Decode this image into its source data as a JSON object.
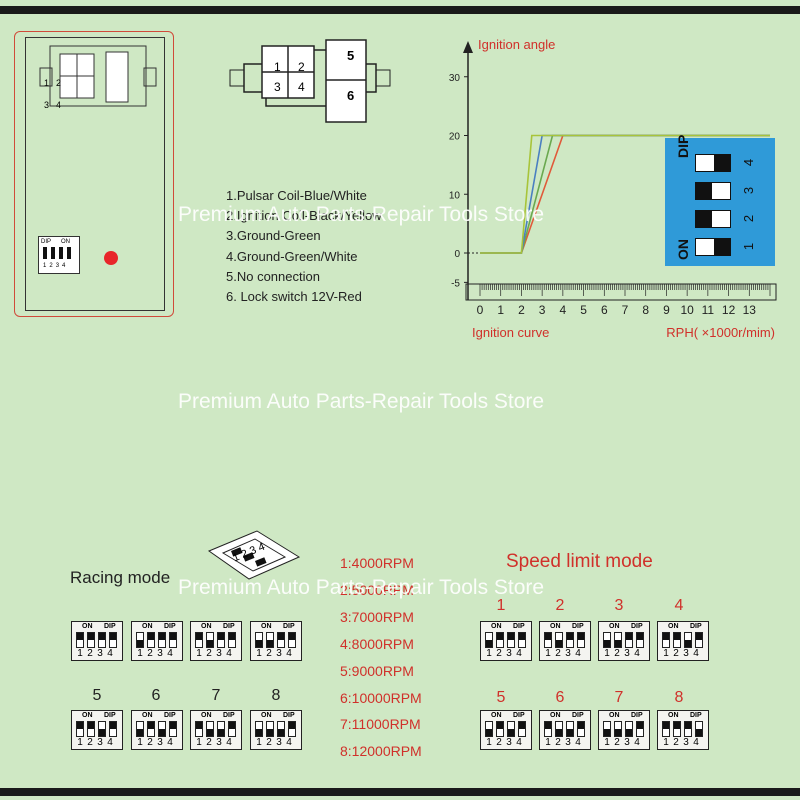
{
  "wiring": {
    "items": [
      "1.Pulsar Coil-Blue/White",
      "2.Ignition Coil-Black/Yellow",
      "3.Ground-Green",
      "4.Ground-Green/White",
      "5.No connection",
      "6. Lock switch 12V-Red"
    ]
  },
  "connector": {
    "left_pins": [
      "1",
      "2",
      "3",
      "4"
    ],
    "right_pins": [
      "5",
      "6"
    ]
  },
  "cdi_dip": {
    "label": "DIP",
    "on_label": "ON",
    "pins": [
      "1",
      "2",
      "3",
      "4"
    ],
    "led_color": "#e8262a"
  },
  "chart_data": {
    "type": "line",
    "title": "Ignition angle",
    "xlabel": "RPH( ×1000r/mim)",
    "subtitle": "Ignition curve",
    "x_ticks": [
      "0",
      "1",
      "2",
      "3",
      "4",
      "5",
      "6",
      "7",
      "8",
      "9",
      "10",
      "11",
      "12",
      "13"
    ],
    "y_ticks": [
      "30",
      "20",
      "10",
      "0",
      "-5"
    ],
    "xlim": [
      0,
      14
    ],
    "ylim": [
      -8,
      32
    ],
    "series": [
      {
        "color": "#e05a3a",
        "points": [
          [
            0,
            0
          ],
          [
            2,
            0
          ],
          [
            4,
            20
          ],
          [
            14,
            20
          ]
        ]
      },
      {
        "color": "#6aa84f",
        "points": [
          [
            0,
            0
          ],
          [
            2,
            0
          ],
          [
            3.5,
            20
          ],
          [
            14,
            20
          ]
        ]
      },
      {
        "color": "#4a7fc1",
        "points": [
          [
            0,
            0
          ],
          [
            2,
            0
          ],
          [
            3,
            20
          ],
          [
            14,
            20
          ]
        ]
      },
      {
        "color": "#a8c43a",
        "points": [
          [
            0,
            0
          ],
          [
            2,
            0
          ],
          [
            2.5,
            20
          ],
          [
            14,
            20
          ]
        ]
      }
    ]
  },
  "blue_dip": {
    "label": "DIP",
    "on_label": "ON",
    "switches": [
      "4",
      "3",
      "2",
      "1"
    ],
    "color": "#2f9ad8"
  },
  "watermark": "Premium Auto Parts-Repair Tools Store",
  "racing": {
    "title": "Racing mode",
    "mini_dip_pins": [
      "1",
      "2",
      "3",
      "4"
    ],
    "labels": [
      "5",
      "6",
      "7",
      "8"
    ]
  },
  "rpm_list": [
    "1:4000RPM",
    "2:5000RPM",
    "3:7000RPM",
    "4:8000RPM",
    "5:9000RPM",
    "6:10000RPM",
    "7:11000RPM",
    "8:12000RPM"
  ],
  "speed_limit": {
    "title": "Speed limit mode",
    "labels_top": [
      "1",
      "2",
      "3",
      "4"
    ],
    "labels_bottom": [
      "5",
      "6",
      "7",
      "8"
    ]
  },
  "dip_text": {
    "on": "ON",
    "dip": "DIP",
    "pins": [
      "1",
      "2",
      "3",
      "4"
    ]
  }
}
